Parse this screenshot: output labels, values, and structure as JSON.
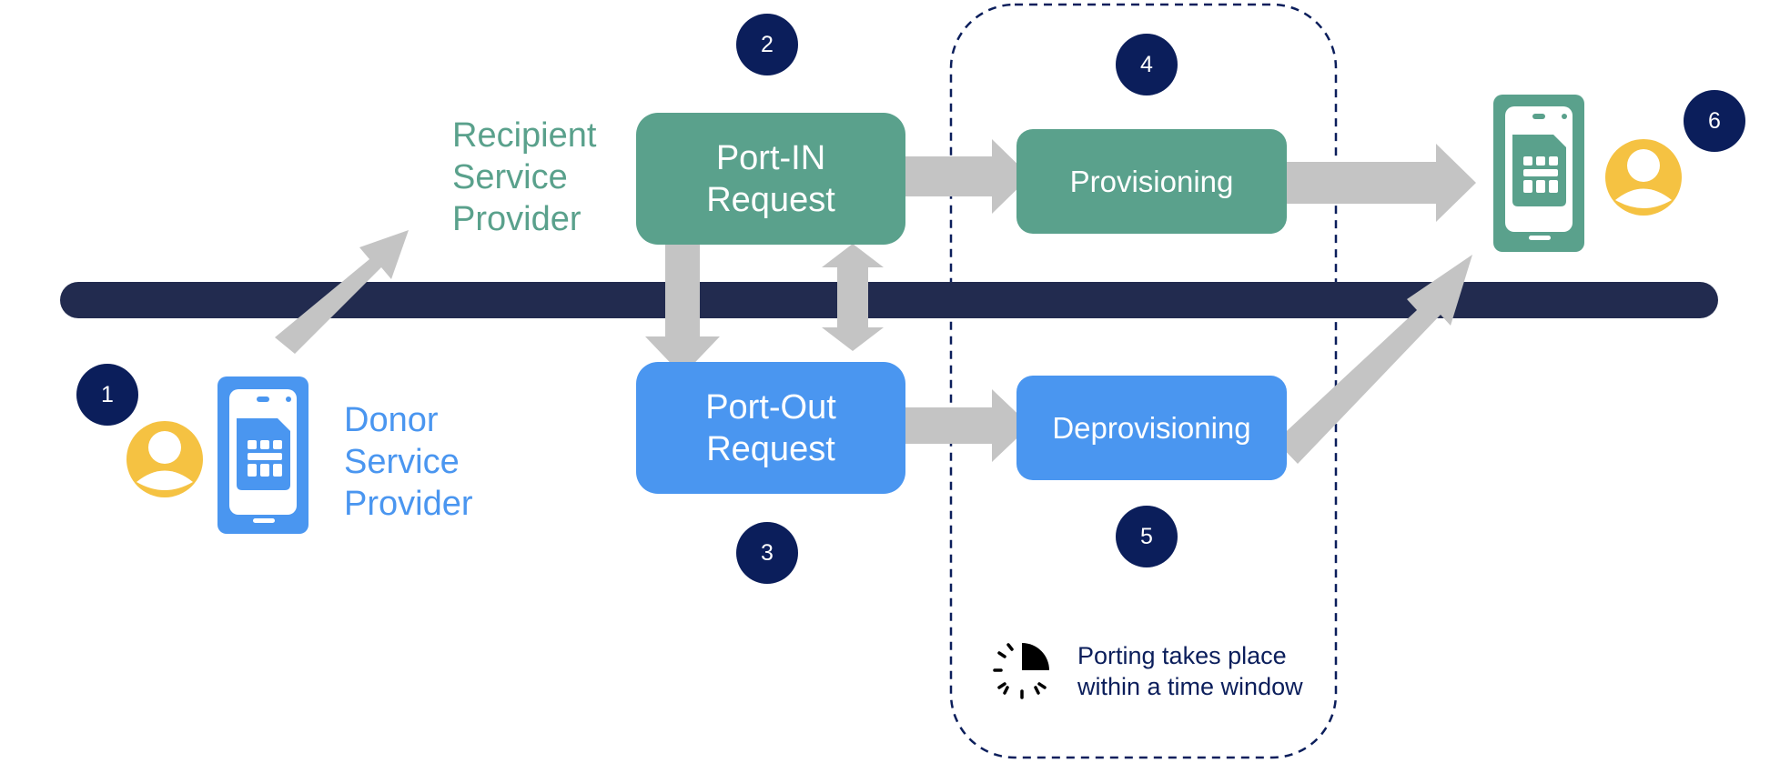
{
  "steps": [
    "1",
    "2",
    "3",
    "4",
    "5",
    "6"
  ],
  "recipient": {
    "line1": "Recipient",
    "line2": "Service",
    "line3": "Provider"
  },
  "donor": {
    "line1": "Donor",
    "line2": "Service",
    "line3": "Provider"
  },
  "boxes": {
    "port_in": {
      "line1": "Port-IN",
      "line2": "Request"
    },
    "port_out": {
      "line1": "Port-Out",
      "line2": "Request"
    },
    "provisioning": "Provisioning",
    "deprovisioning": "Deprovisioning"
  },
  "note": {
    "line1": "Porting takes place",
    "line2": "within a time window"
  },
  "icons": {
    "user": "user-avatar-icon",
    "phone": "mobile-phone-sim-icon",
    "clock": "clock-quarter-icon"
  },
  "colors": {
    "green": "#5aa18c",
    "blue": "#4a96f0",
    "navy": "#0b1e5b",
    "bar": "#222b4f",
    "arrow": "#c4c4c4",
    "user": "#f5c242"
  }
}
